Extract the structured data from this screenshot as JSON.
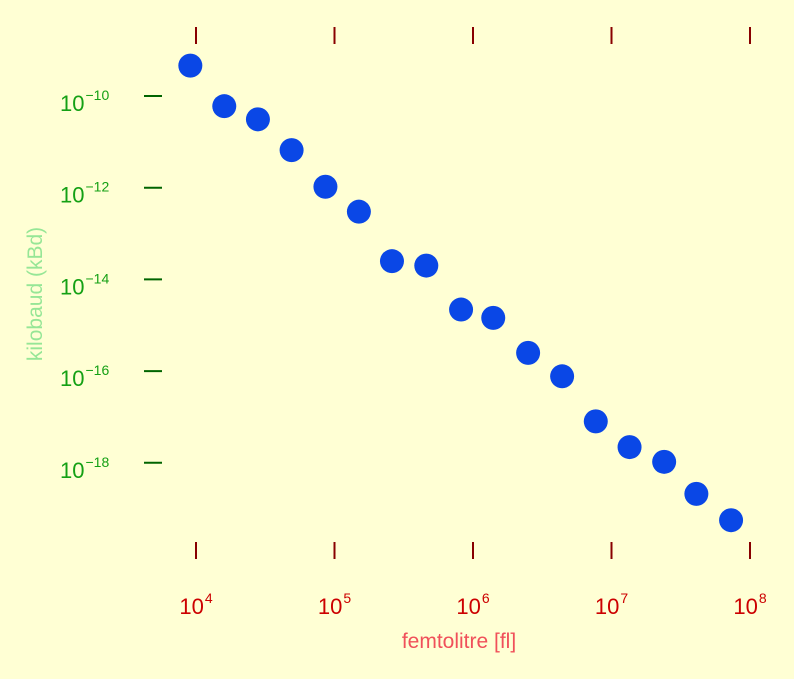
{
  "colors": {
    "background": "#ffffd4",
    "marker": "#0a47e6",
    "x_ticks": "#cc0000",
    "x_label": "#f0505a",
    "y_ticks": "#14a014",
    "y_label": "#96e696",
    "x_tick_marks": "#880000",
    "y_tick_marks": "#006400"
  },
  "chart_data": {
    "type": "scatter",
    "title": "",
    "xlabel": "femtolitre [fl]",
    "ylabel": "kilobaud (kBd)",
    "x_scale": "log",
    "y_scale": "log",
    "xlim": [
      5000,
      150000000
    ],
    "ylim": [
      1e-20,
      1e-09
    ],
    "grid": false,
    "legend": "none",
    "x_ticks": [
      {
        "value": 10000,
        "base": "10",
        "exp": "4"
      },
      {
        "value": 100000,
        "base": "10",
        "exp": "5"
      },
      {
        "value": 1000000,
        "base": "10",
        "exp": "6"
      },
      {
        "value": 10000000,
        "base": "10",
        "exp": "7"
      },
      {
        "value": 100000000,
        "base": "10",
        "exp": "8"
      }
    ],
    "y_ticks": [
      {
        "value": 1e-10,
        "base": "10",
        "exp": "−10"
      },
      {
        "value": 1e-12,
        "base": "10",
        "exp": "−12"
      },
      {
        "value": 1e-14,
        "base": "10",
        "exp": "−14"
      },
      {
        "value": 1e-16,
        "base": "10",
        "exp": "−16"
      },
      {
        "value": 1e-18,
        "base": "10",
        "exp": "−18"
      }
    ],
    "x_tick_marks_top": true,
    "y_tick_marks_right": false,
    "series": [
      {
        "x": [
          9100,
          16000,
          28000,
          49000,
          86000,
          150000,
          260000,
          460000,
          820000,
          1400000,
          2500000,
          4400000,
          7700000,
          13500000,
          24000000,
          41000000,
          73000000
        ],
        "y": [
          4.6e-10,
          6e-11,
          3.1e-11,
          6.6e-12,
          1.05e-12,
          3e-13,
          2.5e-14,
          2e-14,
          2.2e-15,
          1.45e-15,
          2.5e-16,
          7.7e-17,
          8e-18,
          2.2e-18,
          1.05e-18,
          2.1e-19,
          5.6e-20
        ]
      }
    ]
  }
}
